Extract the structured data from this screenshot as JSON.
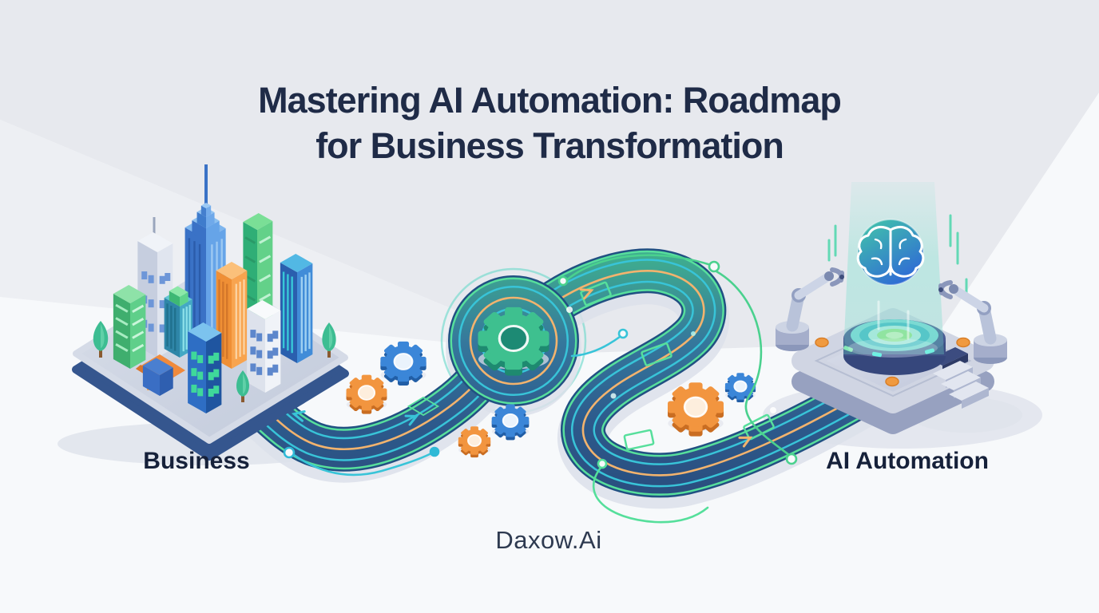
{
  "banner": {
    "title_line1": "Mastering AI Automation: Roadmap",
    "title_line2": "for Business Transformation",
    "label_business": "Business",
    "label_ai_automation": "AI Automation",
    "brand": "Daxow.Ai"
  },
  "icons": [
    "city-buildings-icon",
    "tree-icon",
    "road-path-icon",
    "roundabout-icon",
    "gear-icon",
    "circuit-node-icon",
    "brain-icon",
    "hologram-beam-icon",
    "robot-arm-icon",
    "ai-platform-icon",
    "steps-icon"
  ],
  "colors": {
    "title_text": "#1f2b47",
    "label_text": "#16213a",
    "brand_text": "#2e3a50",
    "bg_top": "#e7e9ee",
    "bg_wedge": "#edeff3",
    "bg_floor": "#f7f9fb",
    "road_teal": "#3da98f",
    "road_blue": "#2a4f80",
    "line_green": "#57df9c",
    "line_teal": "#38c4d8",
    "line_orange": "#f2b36e",
    "gear_green": "#3ec08f",
    "gear_blue": "#3b86d8",
    "gear_orange": "#f2953f",
    "city_platform": "#cdd4e2",
    "platform_side_blue": "#35568e",
    "slab_gray": "#ccd2e2",
    "hologram_teal": "#7fe2cf",
    "brain_blue": "#2f6cd4",
    "brain_teal": "#43c9a8",
    "dot_orange": "#f09a40"
  }
}
